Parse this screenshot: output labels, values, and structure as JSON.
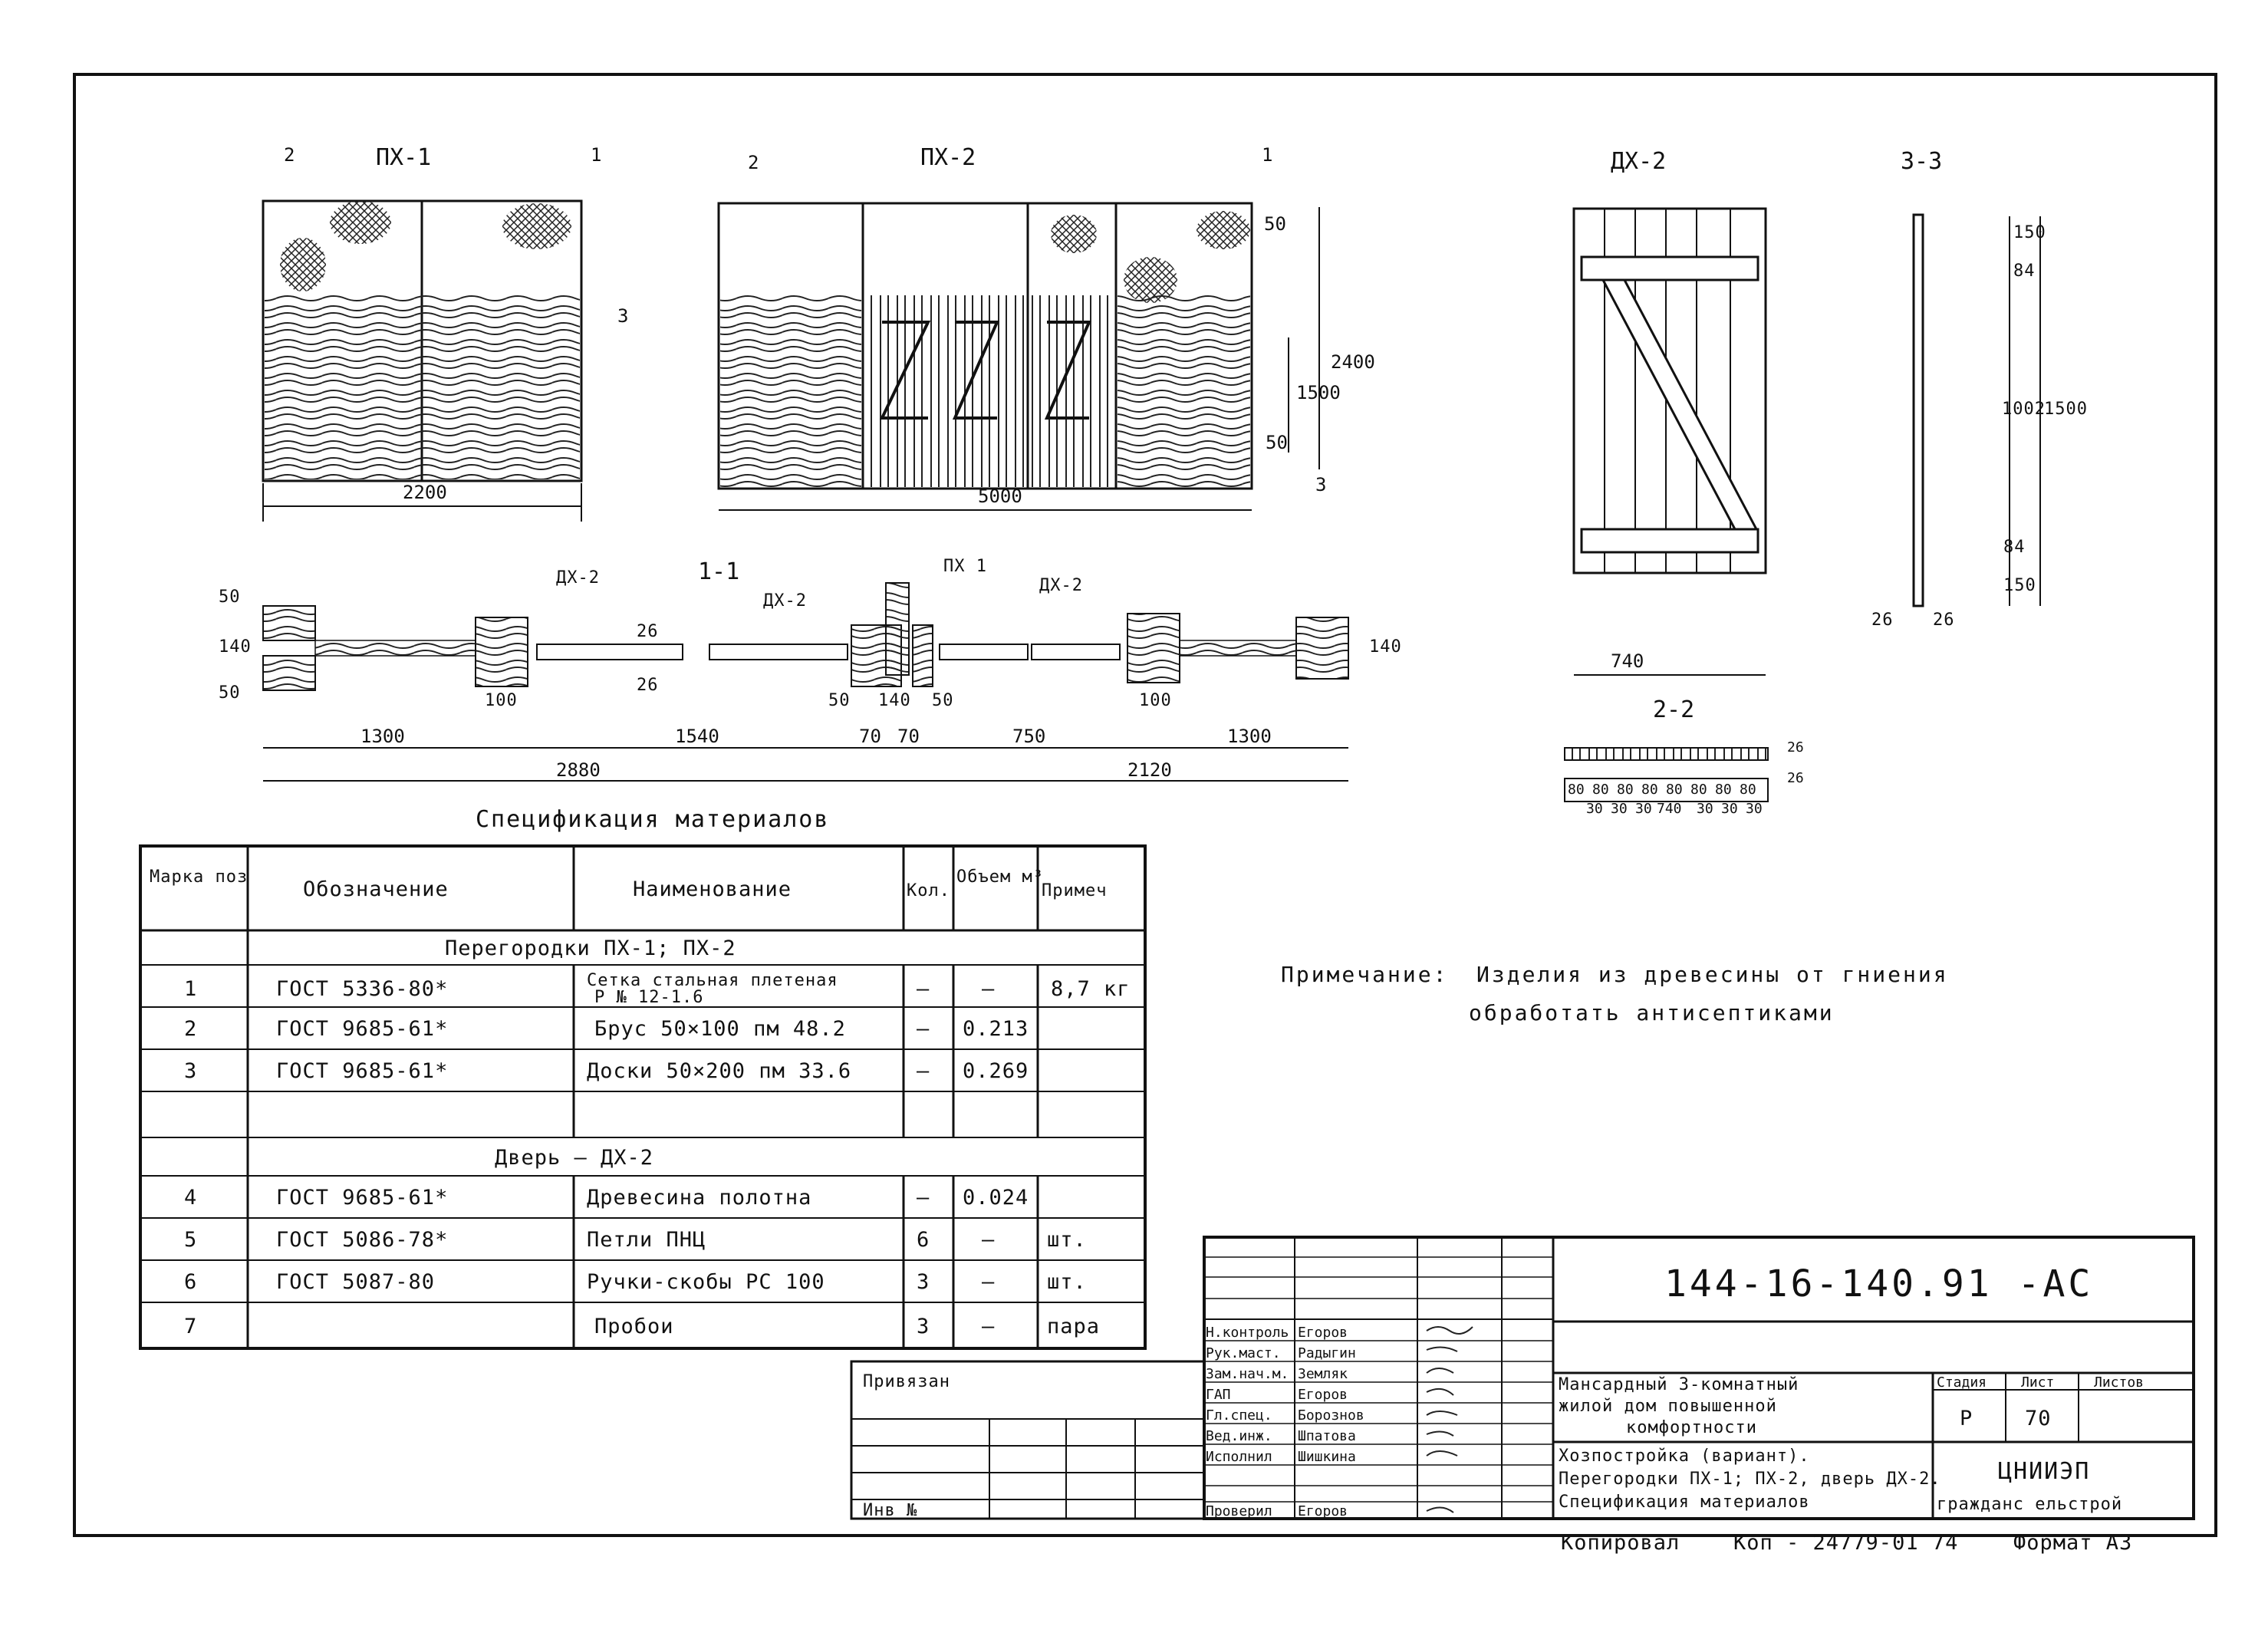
{
  "drawing": {
    "views": {
      "px1_title": "ПХ-1",
      "px2_title": "ПХ-2",
      "dx2_title": "ДХ-2",
      "section_3_3": "3-3",
      "section_1_1": "1-1",
      "section_2_2": "2-2",
      "px1_width": "2200",
      "px2_width": "5000",
      "px2_heights": [
        "50",
        "2400",
        "1500",
        "50"
      ],
      "door_width": "740",
      "door_heights": [
        "150",
        "84",
        "1002",
        "1500",
        "150",
        "84"
      ],
      "door_thickness": [
        "26",
        "26"
      ],
      "plan_dims": [
        "1300",
        "1540",
        "70",
        "70",
        "750",
        "1300"
      ],
      "plan_totals": [
        "2880",
        "2120"
      ],
      "plan_small": [
        "50",
        "140",
        "50",
        "100",
        "50",
        "140",
        "50",
        "100",
        "26",
        "26",
        "140"
      ],
      "plan_labels": [
        "ДХ-2",
        "ДХ-2",
        "ПХ 1",
        "ДХ-2"
      ],
      "door_boards": [
        "80",
        "80",
        "80",
        "80",
        "80",
        "80",
        "80",
        "80"
      ],
      "door_board_gaps": [
        "30",
        "30",
        "30",
        "30",
        "30",
        "30"
      ],
      "door_board_total": "740",
      "section_2_2_thickness": [
        "26",
        "26"
      ],
      "position_marks": [
        "1",
        "2",
        "3"
      ]
    },
    "note": {
      "label": "Примечание:",
      "line1": "Изделия из древесины от гниения",
      "line2": "обработать антисептиками"
    },
    "spec_title": "Спецификация материалов",
    "spec_table": {
      "headers": [
        "Марка поз",
        "Обозначение",
        "Наименование",
        "Кол.",
        "Объем м³",
        "Примеч"
      ],
      "group1": "Перегородки ПХ-1; ПХ-2",
      "group2": "Дверь — ДХ-2",
      "rows": [
        {
          "pos": "1",
          "code": "ГОСТ 5336-80*",
          "name": "Сетка стальная плетеная",
          "name2": "Р № 12-1.6",
          "qty": "—",
          "vol": "—",
          "note": "8,7 кг"
        },
        {
          "pos": "2",
          "code": "ГОСТ 9685-61*",
          "name": "Брус 50×100 пм 48.2",
          "name2": "",
          "qty": "—",
          "vol": "0.213",
          "note": ""
        },
        {
          "pos": "3",
          "code": "ГОСТ 9685-61*",
          "name": "Доски 50×200 пм 33.6",
          "name2": "",
          "qty": "—",
          "vol": "0.269",
          "note": ""
        },
        {
          "pos": "4",
          "code": "ГОСТ 9685-61*",
          "name": "Древесина полотна",
          "name2": "",
          "qty": "—",
          "vol": "0.024",
          "note": ""
        },
        {
          "pos": "5",
          "code": "ГОСТ 5086-78*",
          "name": "Петли ПНЦ",
          "name2": "",
          "qty": "6",
          "vol": "—",
          "note": "шт."
        },
        {
          "pos": "6",
          "code": "ГОСТ 5087-80",
          "name": "Ручки-скобы РС 100",
          "name2": "",
          "qty": "3",
          "vol": "—",
          "note": "шт."
        },
        {
          "pos": "7",
          "code": "",
          "name": "Пробои",
          "name2": "",
          "qty": "3",
          "vol": "—",
          "note": "пара"
        }
      ]
    },
    "stamp": {
      "doc_code": "144-16-140.91 -АС",
      "roles": [
        "Н.контроль",
        "Рук.маст.",
        "Зам.нач.м.",
        "ГАП",
        "Гл.спец.",
        "Вед.инж.",
        "Исполнил",
        "Проверил"
      ],
      "names": [
        "Егоров",
        "Радыгин",
        "Земляк",
        "Егоров",
        "Борознов",
        "Шпатова",
        "Шишкина",
        "Егоров"
      ],
      "project_line1": "Мансардный 3-комнатный",
      "project_line2": "жилой дом повышенной",
      "project_line3": "комфортности",
      "sheet_line1": "Хозпостройка (вариант).",
      "sheet_line2": "Перегородки ПХ-1; ПХ-2, дверь ДХ-2.",
      "sheet_line3": "Спецификация материалов",
      "stage_label": "Стадия",
      "sheet_label": "Лист",
      "sheets_label": "Листов",
      "stage": "Р",
      "sheet_no": "70",
      "org1": "ЦНИИЭП",
      "org2": "гражданс ельстрой",
      "privyazan": "Привязан",
      "inv": "Инв №",
      "footer_copy": "Копировал",
      "footer_code": "Коп - 24779-01 74",
      "footer_format": "Формат А3"
    }
  }
}
